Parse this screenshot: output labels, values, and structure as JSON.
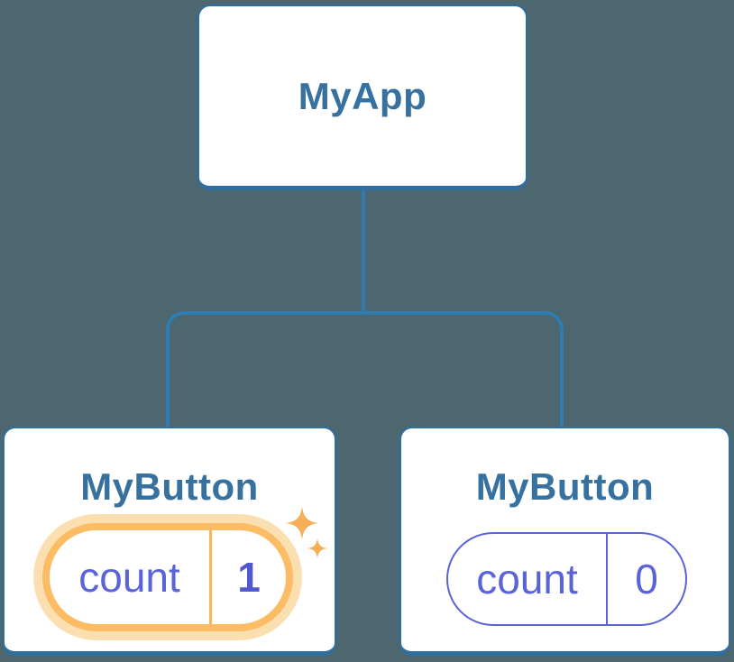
{
  "tree": {
    "root": {
      "label": "MyApp"
    },
    "children": [
      {
        "label": "MyButton",
        "state": {
          "key": "count",
          "value": "1"
        },
        "highlighted": true,
        "decorations": [
          "sparkle-icon",
          "sparkle-icon"
        ]
      },
      {
        "label": "MyButton",
        "state": {
          "key": "count",
          "value": "0"
        },
        "highlighted": false
      }
    ]
  },
  "colors": {
    "background": "#4C6770",
    "card_background": "#FFFFFF",
    "card_border": "#2F6F9F",
    "connector": "#2E7CB0",
    "title_text": "#36719F",
    "state_text": "#5A63D8",
    "state_value_highlighted": "#5158CF",
    "highlight_ring": "#FBBC63",
    "highlight_halo": "#FCDFB1",
    "highlight_divider": "#F8B55C",
    "sparkle": "#F7AE56"
  }
}
